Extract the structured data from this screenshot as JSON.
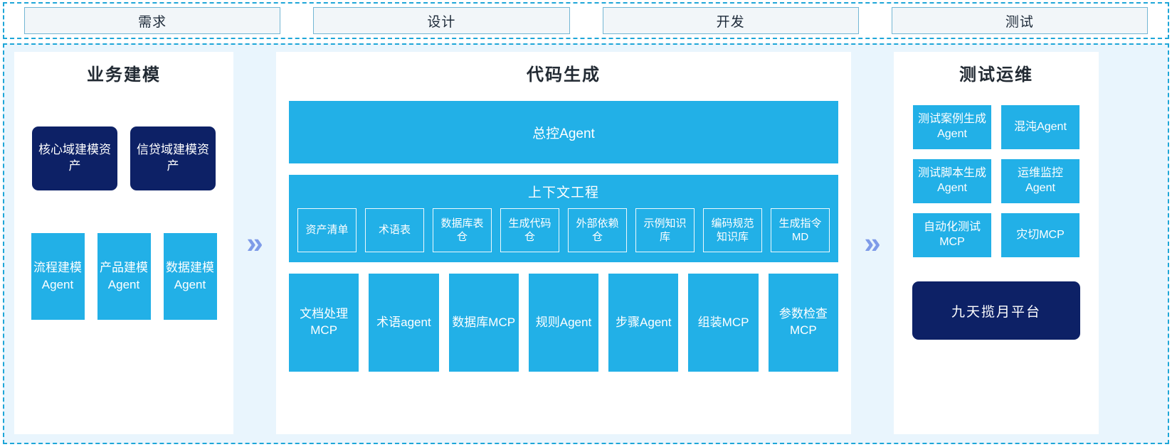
{
  "colors": {
    "cyan": "#22b0e7",
    "navy": "#0d2166",
    "page_bg": "#e9f5fd",
    "dashed_border": "#1ea6d8",
    "chevron": "#7e9be8",
    "stage_fill": "#f2f6f9",
    "stage_border": "#74b6d4"
  },
  "stages": [
    {
      "label": "需求"
    },
    {
      "label": "设计"
    },
    {
      "label": "开发"
    },
    {
      "label": "测试"
    }
  ],
  "separators": {
    "left": "»",
    "right": "»"
  },
  "panels": {
    "left": {
      "title": "业务建模",
      "assets": [
        {
          "label": "核心域建模资产"
        },
        {
          "label": "信贷域建模资产"
        }
      ],
      "agents": [
        {
          "label": "流程建模Agent"
        },
        {
          "label": "产品建模Agent"
        },
        {
          "label": "数据建模Agent"
        }
      ]
    },
    "middle": {
      "title": "代码生成",
      "master_agent": "总控Agent",
      "context": {
        "title": "上下文工程",
        "chips": [
          {
            "label": "资产清单"
          },
          {
            "label": "术语表"
          },
          {
            "label": "数据库表仓"
          },
          {
            "label": "生成代码仓"
          },
          {
            "label": "外部依赖仓"
          },
          {
            "label": "示例知识库"
          },
          {
            "label": "编码规范知识库"
          },
          {
            "label": "生成指令MD"
          }
        ]
      },
      "tools": [
        {
          "label": "文档处理MCP"
        },
        {
          "label": "术语agent"
        },
        {
          "label": "数据库MCP"
        },
        {
          "label": "规则Agent"
        },
        {
          "label": "步骤Agent"
        },
        {
          "label": "组装MCP"
        },
        {
          "label": "参数检查MCP"
        }
      ]
    },
    "right": {
      "title": "测试运维",
      "cards": [
        {
          "label": "测试案例生成Agent"
        },
        {
          "label": "混沌Agent"
        },
        {
          "label": "测试脚本生成Agent"
        },
        {
          "label": "运维监控Agent"
        },
        {
          "label": "自动化测试MCP"
        },
        {
          "label": "灾切MCP"
        }
      ],
      "platform": "九天揽月平台"
    }
  }
}
